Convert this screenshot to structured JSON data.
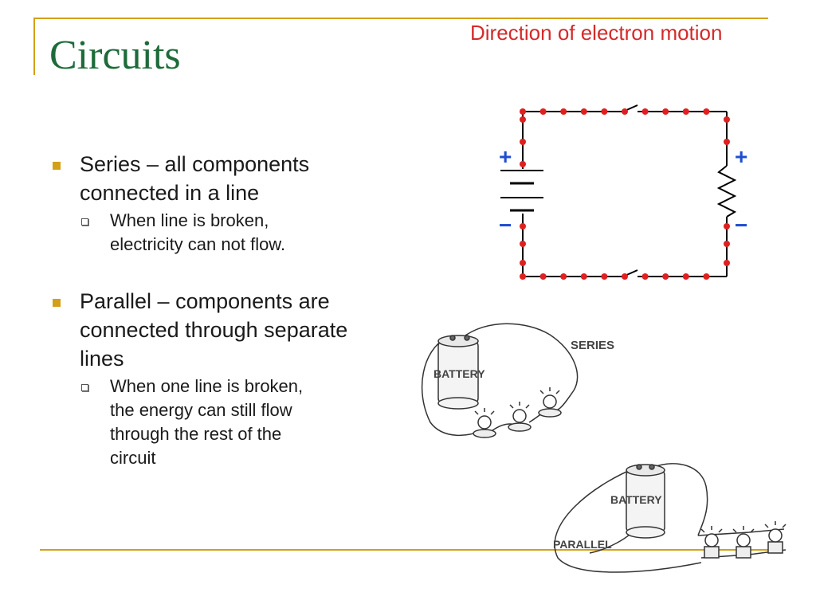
{
  "title": "Circuits",
  "caption": "Direction of electron motion",
  "bullets": [
    {
      "text_line1": "Series – all components",
      "text_line2": "connected in a line",
      "sub_line1": "When line is broken,",
      "sub_line2": "electricity can not flow."
    },
    {
      "text_line1": "Parallel – components are",
      "text_line2": "connected through separate",
      "text_line3": "lines",
      "sub_line1": "When one line is broken,",
      "sub_line2": "the energy can still flow",
      "sub_line3": "through the rest of the",
      "sub_line4": "circuit"
    }
  ],
  "circuit_diagram": {
    "plus_left": "+",
    "minus_left": "−",
    "plus_right": "+",
    "minus_right": "−"
  },
  "series_illustration": {
    "label": "SERIES",
    "battery_label": "BATTERY"
  },
  "parallel_illustration": {
    "label": "PARALLEL",
    "battery_label": "BATTERY"
  },
  "colors": {
    "accent": "#d4a017",
    "title": "#1e6b3a",
    "caption": "#d42a2a",
    "electron": "#e02020",
    "sign": "#1f4fd0"
  }
}
